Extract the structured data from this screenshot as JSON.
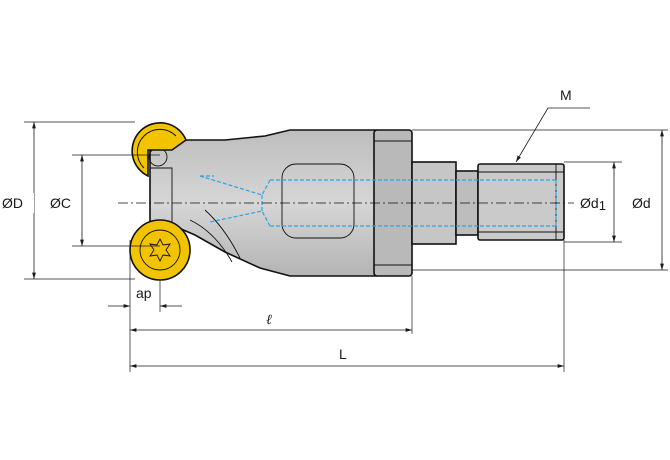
{
  "labels": {
    "D": "ØD",
    "C": "ØC",
    "d1": "Ød",
    "d1_sub": "1",
    "d": "Ød",
    "M": "M",
    "ap": "ap",
    "l": "ℓ",
    "L": "L"
  },
  "colors": {
    "body_gray": "#c8c8c8",
    "body_dark": "#a9a9a9",
    "insert_yellow": "#f2c400",
    "coolant_blue": "#2aa6e0",
    "line": "#111111"
  }
}
